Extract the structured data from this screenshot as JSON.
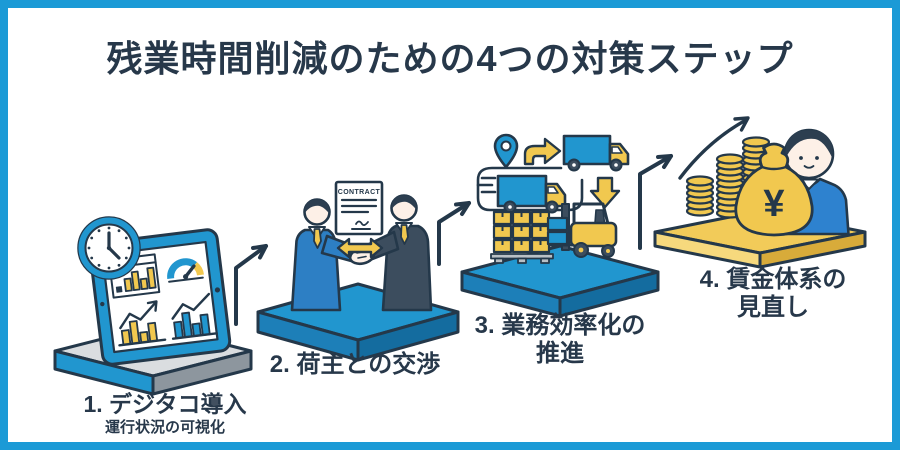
{
  "title": "残業時間削減のための4つの対策ステップ",
  "steps": [
    {
      "label": "1. デジタコ導入",
      "sublabel": "運行状況の可視化",
      "illustration": "tablet-dashboard-with-clock"
    },
    {
      "label": "2. 荷主との交渉",
      "illustration": "handshake-over-contract"
    },
    {
      "label": "3. 業務効率化の",
      "label_line2": "推進",
      "illustration": "logistics-trucks-forklift"
    },
    {
      "label": "4. 賃金体系の",
      "label_line2": "見直し",
      "illustration": "coins-money-bag-person"
    }
  ],
  "illustrations": {
    "contract_title": "CONTRACT",
    "money_bag_symbol": "¥"
  },
  "colors": {
    "frame_border": "#1b9ad6",
    "background": "#ffffff",
    "text": "#27384a",
    "outline": "#24384a",
    "primary_blue": "#2196cf",
    "blue_face_left": "#1d7fb8",
    "blue_face_right": "#146c9f",
    "accent_yellow": "#f1c84f",
    "yellow_face_dark": "#d8ab3a",
    "gray_top": "#dadde0",
    "gray_side": "#8d969e",
    "suit_charcoal": "#3c4d5e",
    "skin": "#fdf0e7"
  }
}
